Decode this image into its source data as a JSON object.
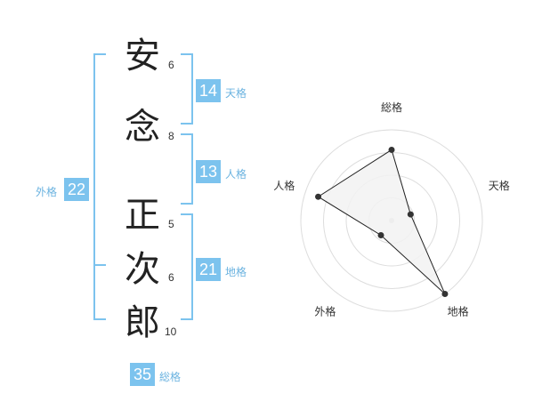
{
  "name": {
    "characters": [
      {
        "char": "安",
        "strokes": "6"
      },
      {
        "char": "念",
        "strokes": "8"
      },
      {
        "char": "正",
        "strokes": "5"
      },
      {
        "char": "次",
        "strokes": "6"
      },
      {
        "char": "郎",
        "strokes": "10"
      }
    ]
  },
  "kaku": {
    "tenkaku": {
      "value": "14",
      "label": "天格"
    },
    "jinkaku": {
      "value": "13",
      "label": "人格"
    },
    "chikaku": {
      "value": "21",
      "label": "地格"
    },
    "gaikaku": {
      "value": "22",
      "label": "外格"
    },
    "soukaku": {
      "value": "35",
      "label": "総格"
    }
  },
  "chart_data": {
    "type": "radar",
    "axes": [
      "総格",
      "天格",
      "地格",
      "外格",
      "人格"
    ],
    "values": [
      0.78,
      0.22,
      1.0,
      0.2,
      0.85
    ],
    "rings": 4,
    "grid": true
  },
  "colors": {
    "accent": "#7cc3ee",
    "label": "#6bb3e0",
    "ring": "#dddddd",
    "fill": "#f2f2f2",
    "line": "#222222"
  }
}
